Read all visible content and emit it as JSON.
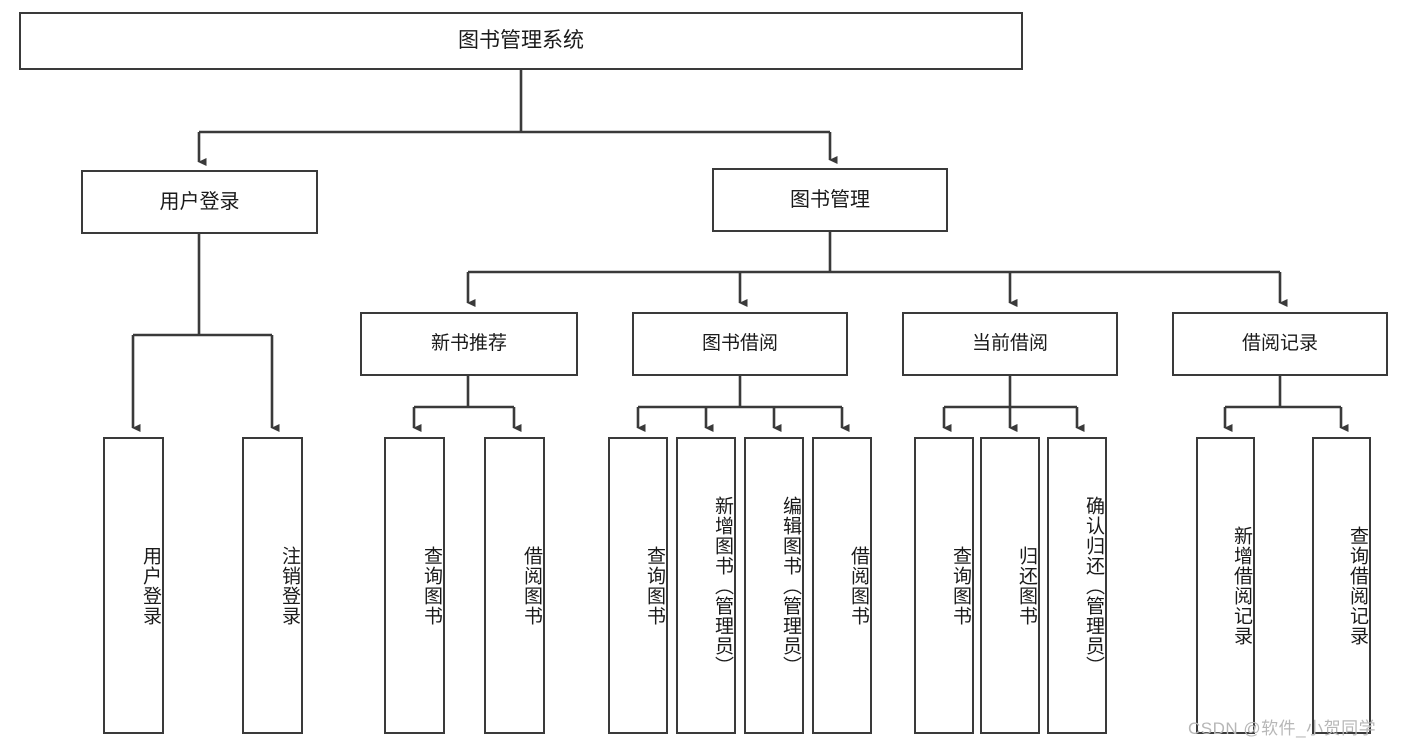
{
  "diagram": {
    "title": "图书管理系统",
    "type": "tree-functional-structure",
    "background_color": "#ffffff",
    "node_border_color": "#3a3a3a",
    "node_fill_color": "#ffffff",
    "connector_color": "#3a3a3a"
  },
  "nodes": {
    "root": {
      "label": "图书管理系统"
    },
    "level1": [
      {
        "id": "user-login",
        "label": "用户登录"
      },
      {
        "id": "book-manage",
        "label": "图书管理"
      }
    ],
    "level2": [
      {
        "id": "new-book-recommend",
        "label": "新书推荐"
      },
      {
        "id": "book-borrow",
        "label": "图书借阅"
      },
      {
        "id": "current-borrow",
        "label": "当前借阅"
      },
      {
        "id": "borrow-record",
        "label": "借阅记录"
      }
    ],
    "leaves": {
      "user_login": [
        {
          "id": "leaf-user-login",
          "label": "用户登录"
        },
        {
          "id": "leaf-logout-login",
          "label": "注销登录"
        }
      ],
      "new_book_recommend": [
        {
          "id": "leaf-query-book-1",
          "label": "查询图书"
        },
        {
          "id": "leaf-borrow-book-1",
          "label": "借阅图书"
        }
      ],
      "book_borrow": [
        {
          "id": "leaf-query-book-2",
          "label": "查询图书"
        },
        {
          "id": "leaf-add-book",
          "label": "新增图书（管理员）"
        },
        {
          "id": "leaf-edit-book",
          "label": "编辑图书（管理员）"
        },
        {
          "id": "leaf-borrow-book-2",
          "label": "借阅图书"
        }
      ],
      "current_borrow": [
        {
          "id": "leaf-query-book-3",
          "label": "查询图书"
        },
        {
          "id": "leaf-return-book",
          "label": "归还图书"
        },
        {
          "id": "leaf-confirm-return",
          "label": "确认归还（管理员）"
        }
      ],
      "borrow_record": [
        {
          "id": "leaf-add-record",
          "label": "新增借阅记录"
        },
        {
          "id": "leaf-query-record",
          "label": "查询借阅记录"
        }
      ]
    }
  },
  "watermark": {
    "text": "CSDN @软件_小贺同学"
  }
}
